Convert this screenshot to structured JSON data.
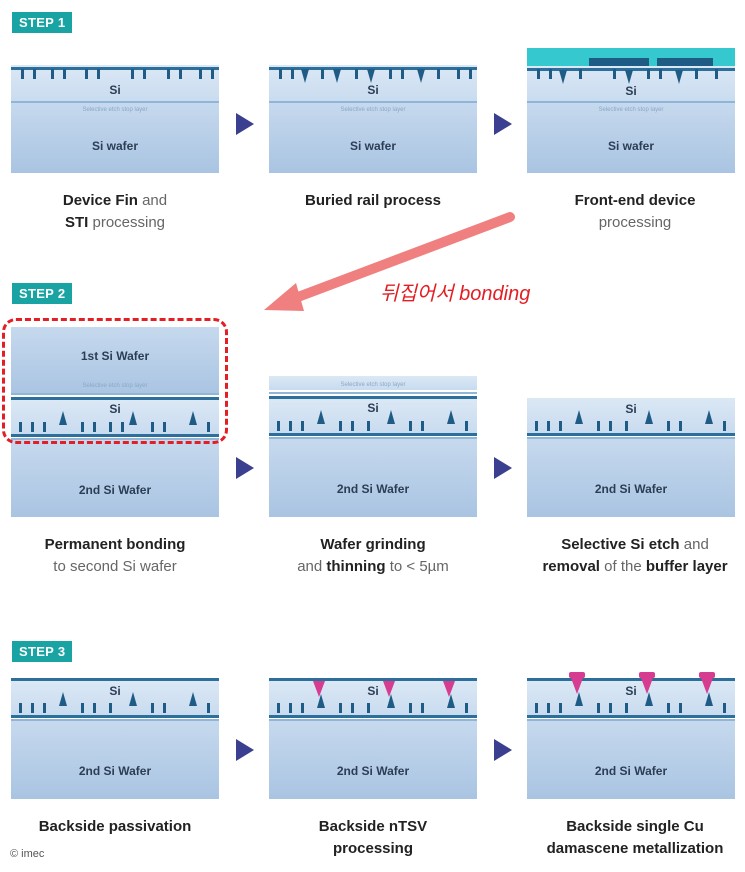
{
  "steps": {
    "step1": "STEP 1",
    "step2": "STEP 2",
    "step3": "STEP 3"
  },
  "labels": {
    "si": "Si",
    "si_wafer": "Si wafer",
    "selective_etch": "Selective etch stop layer",
    "first_si_wafer": "1st Si Wafer",
    "second_si_wafer": "2nd Si Wafer"
  },
  "captions": {
    "c1": {
      "b1": "Device Fin",
      "t1": " and",
      "b2": "STI",
      "t2": " processing"
    },
    "c2": {
      "b1": "Buried rail process"
    },
    "c3": {
      "b1": "Front-end device",
      "t1": "processing"
    },
    "c4": {
      "b1": "Permanent bonding",
      "t1": "to second Si wafer"
    },
    "c5": {
      "b1": "Wafer grinding",
      "t1": "and ",
      "b2": "thinning",
      "t2": " to < 5µm"
    },
    "c6": {
      "b1": "Selective Si etch",
      "t1": " and",
      "b2": "removal",
      "t2": " of the ",
      "b3": "buffer layer"
    },
    "c7": {
      "b1": "Backside passivation"
    },
    "c8": {
      "b1": "Backside nTSV",
      "b2": "processing"
    },
    "c9": {
      "b1": "Backside single Cu",
      "b2": "damascene metallization"
    }
  },
  "annotation": {
    "korean_note": "뒤집어서 bonding",
    "color": "#e31e24"
  },
  "copyright": "© imec",
  "colors": {
    "teal": "#1aa3a3",
    "arrow": "#3a3f8f",
    "wafer": "#b4cde6"
  }
}
